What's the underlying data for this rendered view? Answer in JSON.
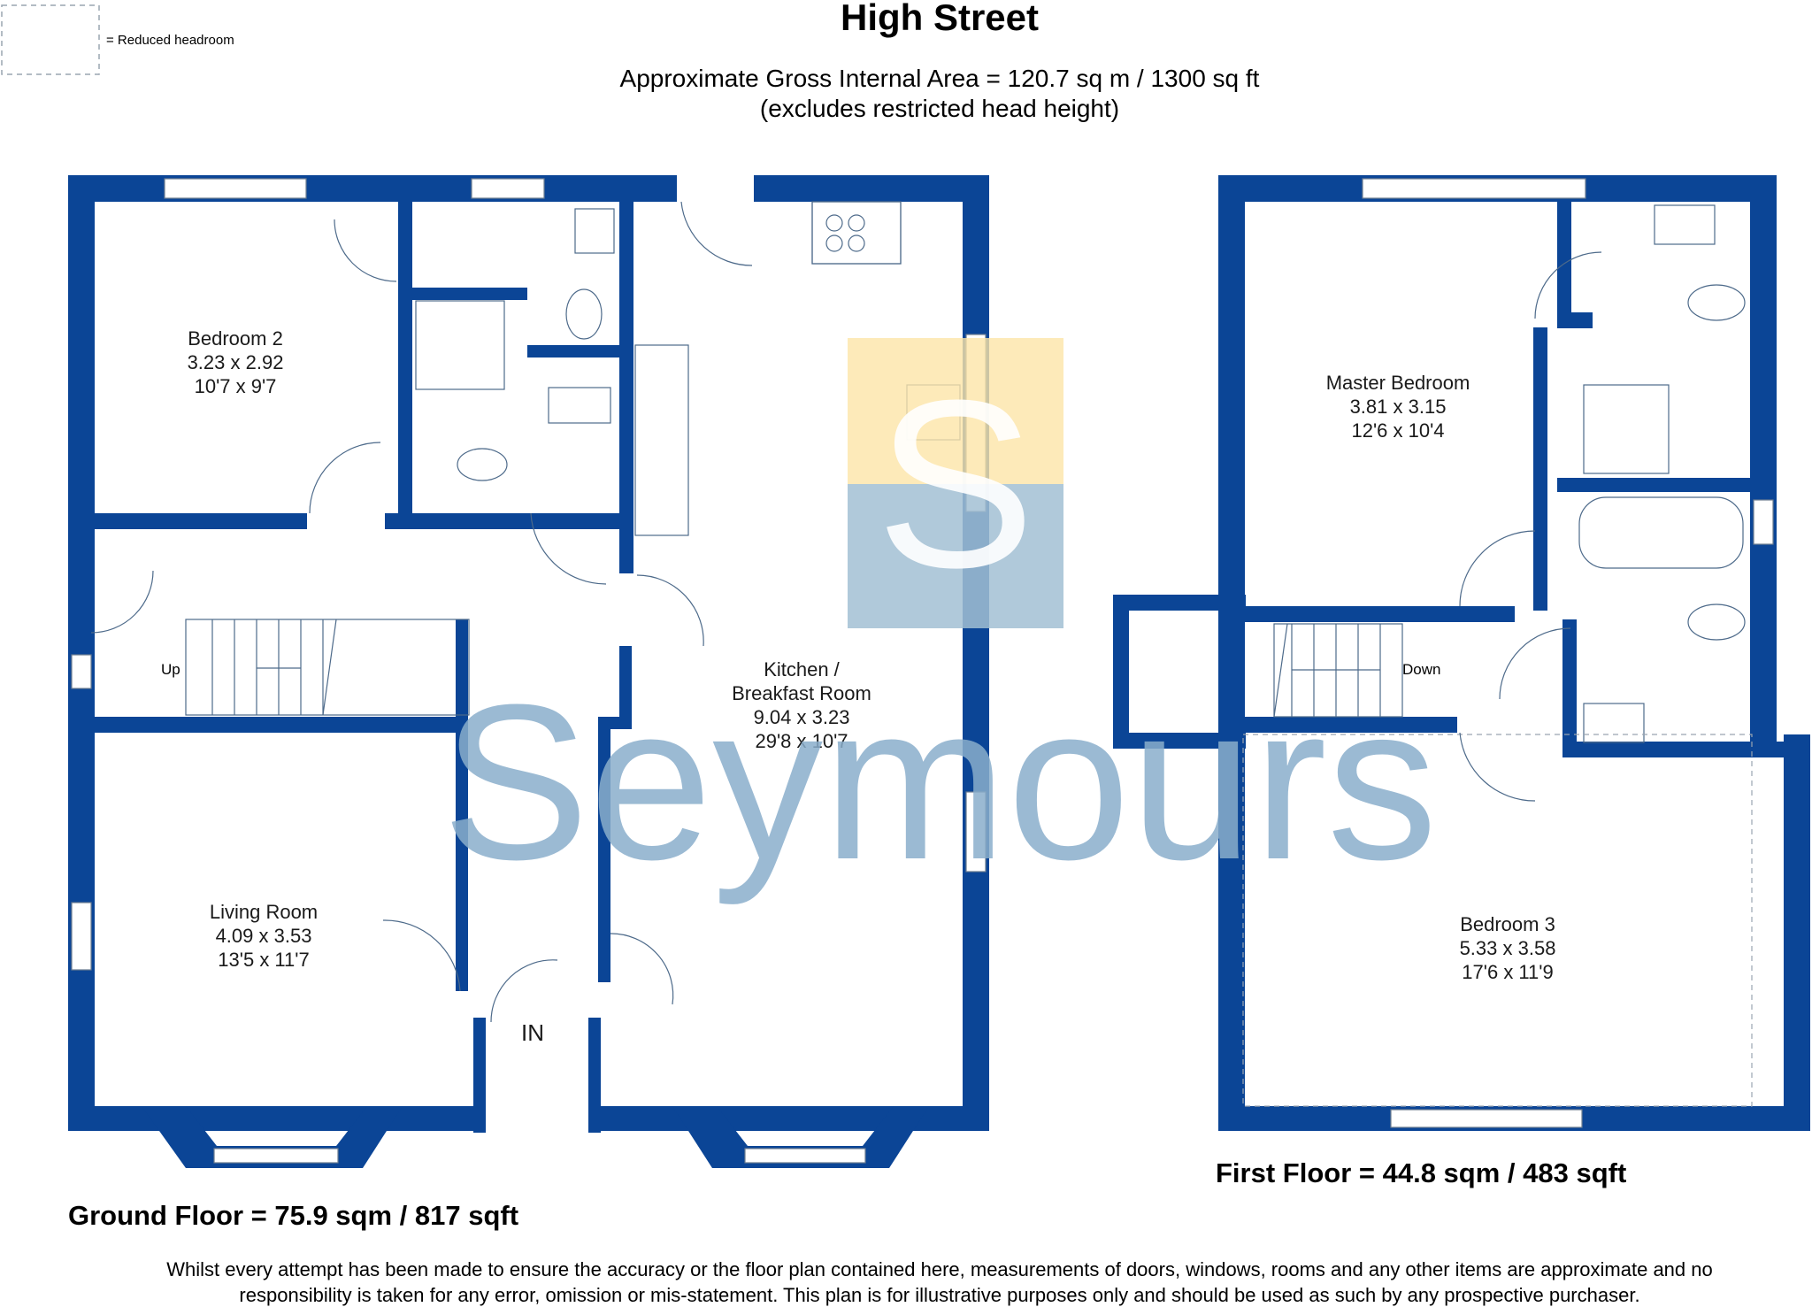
{
  "title": "High Street",
  "subtitle_line1": "Approximate Gross Internal Area = 120.7 sq m / 1300 sq ft",
  "subtitle_line2": "(excludes restricted head height)",
  "legend": {
    "label": "= Reduced headroom"
  },
  "colors": {
    "wall": "#0b4596",
    "watermark": "#8aaecb",
    "logo_top": "#fde5a8",
    "logo_bottom": "#a2bfd3"
  },
  "watermark": {
    "text": "Seymours",
    "logo_letter": "S"
  },
  "ground_floor": {
    "area_label": "Ground Floor = 75.9 sqm / 817 sqft",
    "rooms": {
      "bedroom2": {
        "name": "Bedroom 2",
        "metric": "3.23 x 2.92",
        "imperial": "10'7 x 9'7"
      },
      "kitchen": {
        "name_line1": "Kitchen /",
        "name_line2": "Breakfast Room",
        "metric": "9.04 x 3.23",
        "imperial": "29'8 x 10'7"
      },
      "living": {
        "name": "Living Room",
        "metric": "4.09 x 3.53",
        "imperial": "13'5 x 11'7"
      }
    },
    "stairs_label": "Up",
    "entrance_label": "IN"
  },
  "first_floor": {
    "area_label": "First Floor = 44.8 sqm / 483 sqft",
    "rooms": {
      "master": {
        "name": "Master Bedroom",
        "metric": "3.81 x 3.15",
        "imperial": "12'6 x 10'4"
      },
      "bedroom3": {
        "name": "Bedroom 3",
        "metric": "5.33 x 3.58",
        "imperial": "17'6 x 11'9"
      }
    },
    "stairs_label": "Down"
  },
  "disclaimer_line1": "Whilst every attempt has been made to ensure the accuracy or the floor plan contained here, measurements of doors, windows, rooms and any other items are approximate and no",
  "disclaimer_line2": "responsibility is taken for any error, omission or mis-statement. This plan is for illustrative purposes only and should be used as such by any prospective purchaser."
}
